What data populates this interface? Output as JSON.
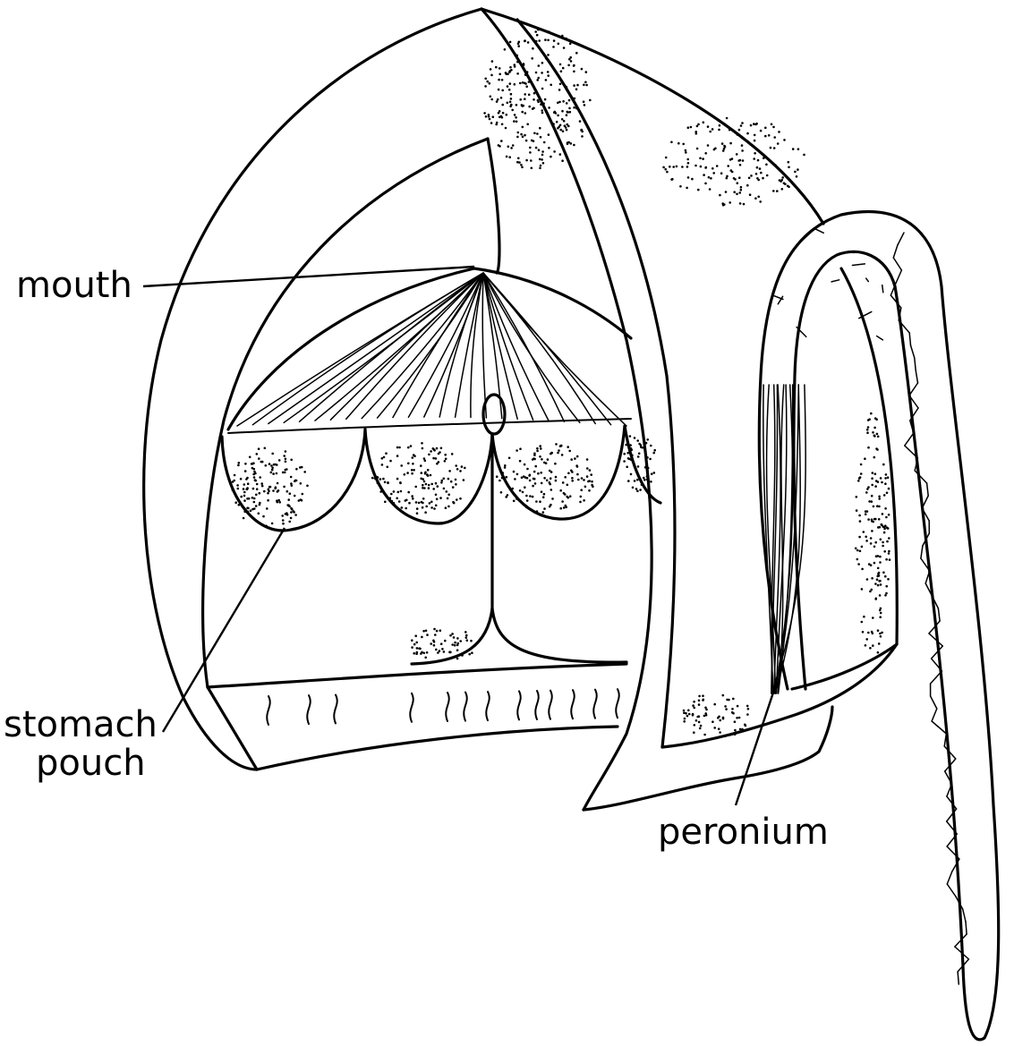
{
  "labels": {
    "mouth": "mouth",
    "stomach_line1": "stomach",
    "stomach_line2": "pouch",
    "peronium": "peronium"
  },
  "colors": {
    "ink": "#000000",
    "paper": "#ffffff"
  }
}
